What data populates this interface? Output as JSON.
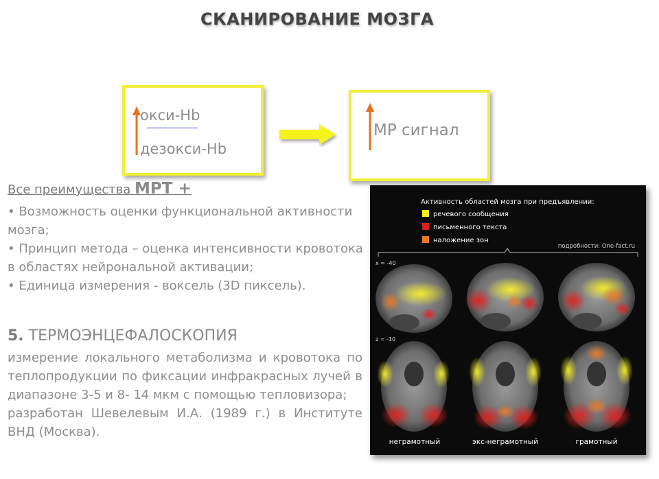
{
  "title": "СКАНИРОВАНИЕ  МОЗГА",
  "hb_box": {
    "oxy": "окси-Hb",
    "deoxy": "дезокси-Hb"
  },
  "mr_box": {
    "label": "МР сигнал"
  },
  "colors": {
    "box_border": "#f2ee3a",
    "arrow_orange": "#e8701e",
    "arrow_yellow": "#f5f21c"
  },
  "advantages": {
    "heading_prefix": "Все преимущества ",
    "heading_big": "МРТ +",
    "items": [
      "• Возможность оценки функциональной активности мозга;",
      "• Принцип метода – оценка интенсивности кровотока в областях нейрональной активации;",
      "• Единица измерения  - воксель (3D пиксель)."
    ]
  },
  "thermo": {
    "number": "5.",
    "title": " ТЕРМОЭНЦЕФАЛОСКОПИЯ",
    "paragraph1": "измерение локального метаболизма и кровотока по теплопродукции по фиксации инфракрасных лучей в диапазоне 3-5 и 8- 14 мкм с помощью тепловизора;",
    "paragraph2": "разработан Шевелевым И.А.  (1989 г.) в Институте ВНД (Москва)."
  },
  "figure": {
    "title": "Активность областей мозга при предъявлении:",
    "legend": [
      {
        "label": "речевого сообщения",
        "color": "#f4f11d"
      },
      {
        "label": "письменного текста",
        "color": "#d81f1f"
      },
      {
        "label": "наложение зон",
        "color": "#e9782a"
      }
    ],
    "source": "подробности: One-fact.ru",
    "row1_coord": "x = -40",
    "row2_coord": "z = -10",
    "captions": [
      "неграмотный",
      "экс-неграмотный",
      "грамотный"
    ]
  }
}
